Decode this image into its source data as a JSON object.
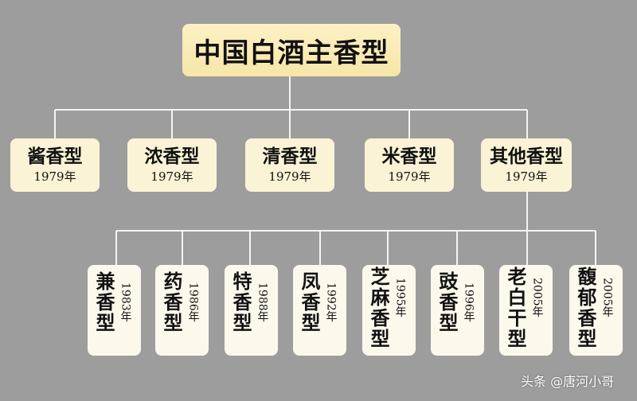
{
  "title": "中国白酒主香型",
  "main_types": [
    {
      "name": "酱香型",
      "year": "1979年"
    },
    {
      "name": "浓香型",
      "year": "1979年"
    },
    {
      "name": "清香型",
      "year": "1979年"
    },
    {
      "name": "米香型",
      "year": "1979年"
    },
    {
      "name": "其他香型",
      "year": "1979年"
    }
  ],
  "other_types": [
    {
      "name": "兼香型",
      "year": "1983年"
    },
    {
      "name": "药香型",
      "year": "1986年"
    },
    {
      "name": "特香型",
      "year": "1988年"
    },
    {
      "name": "凤香型",
      "year": "1992年"
    },
    {
      "name": "芝麻香型",
      "year": "1995年"
    },
    {
      "name": "豉香型",
      "year": "1996年"
    },
    {
      "name": "老白干型",
      "year": "2005年"
    },
    {
      "name": "馥郁香型",
      "year": "2005年"
    }
  ],
  "watermark": "头条 @唐河小哥"
}
